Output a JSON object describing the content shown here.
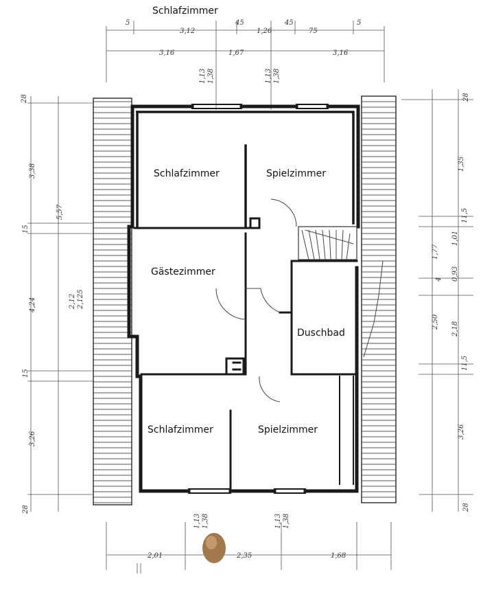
{
  "title": "Schlafzimmer",
  "rooms": {
    "top_left": "Schlafzimmer",
    "top_right": "Spielzimmer",
    "middle_left": "Gästezimmer",
    "bath": "Duschbad",
    "bottom_left": "Schlafzimmer",
    "bottom_right": "Spielzimmer"
  },
  "dimensions": {
    "top_row1": [
      "5",
      "3,12",
      "45",
      "1,26",
      "45",
      "75",
      "5"
    ],
    "top_row2": [
      "3,16",
      "1,67",
      "3,16"
    ],
    "window_top_left": [
      "1,13",
      "1,38"
    ],
    "window_top_right": [
      "1,13",
      "1,38"
    ],
    "left_col": [
      "28",
      "3,38",
      "5,57",
      "15",
      "4,24",
      "2,12",
      "2,125",
      "15",
      "3,26",
      "28"
    ],
    "right_col": [
      "28",
      "1,35",
      "11,5",
      "1,77",
      "1,01",
      "4",
      "0,93",
      "2,50",
      "2,18",
      "11,5",
      "3,26",
      "28"
    ],
    "window_bottom_left": [
      "1,13",
      "1,38"
    ],
    "window_bottom_right": [
      "1,13",
      "1,38"
    ],
    "bottom_row": [
      "2,01",
      "2,35",
      "1,68"
    ]
  },
  "colors": {
    "ink": "#1a1a1a",
    "paper": "#ffffff",
    "roof_hatch": "#555555",
    "marker": "#a0784a"
  }
}
